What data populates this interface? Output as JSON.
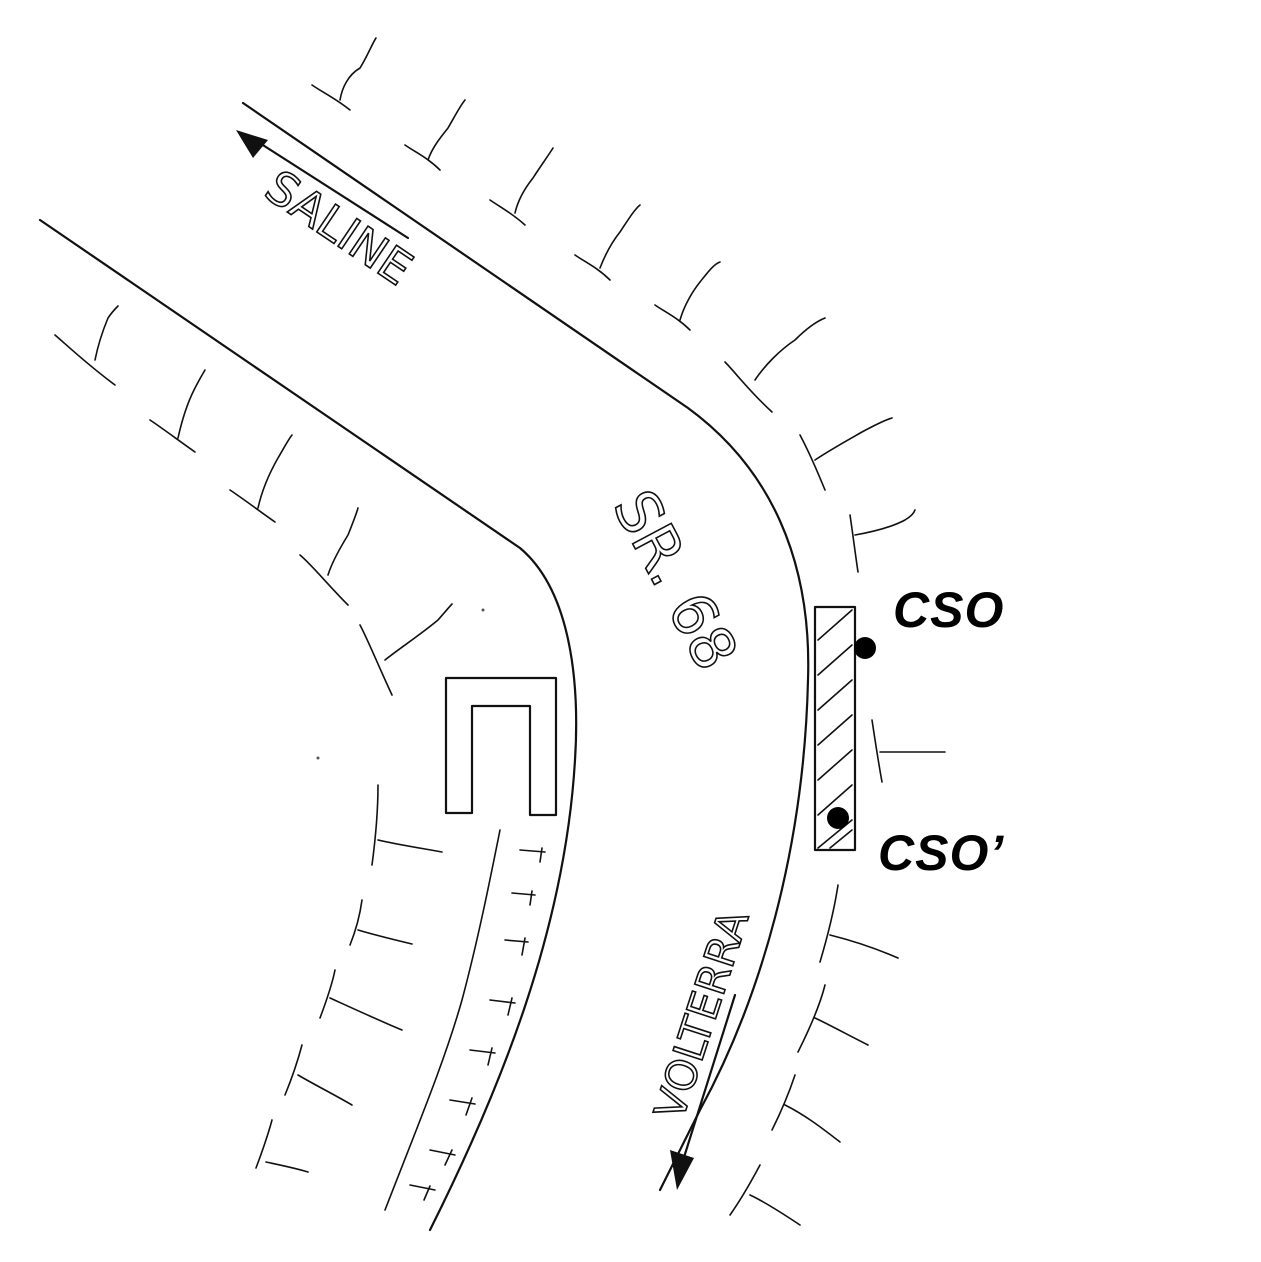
{
  "map": {
    "road_name": "SR. 68",
    "direction_north_label": "SALINE",
    "direction_south_label": "VOLTERRA",
    "point_upper_label": "CSO",
    "point_lower_label": "CSO’"
  },
  "colors": {
    "ink": "#111111",
    "background": "#ffffff",
    "points": "#000000"
  },
  "icons": {
    "slope_marks": "embankment-hachure-icon",
    "arrow": "direction-arrow-icon",
    "measurement_point": "filled-dot-icon"
  }
}
